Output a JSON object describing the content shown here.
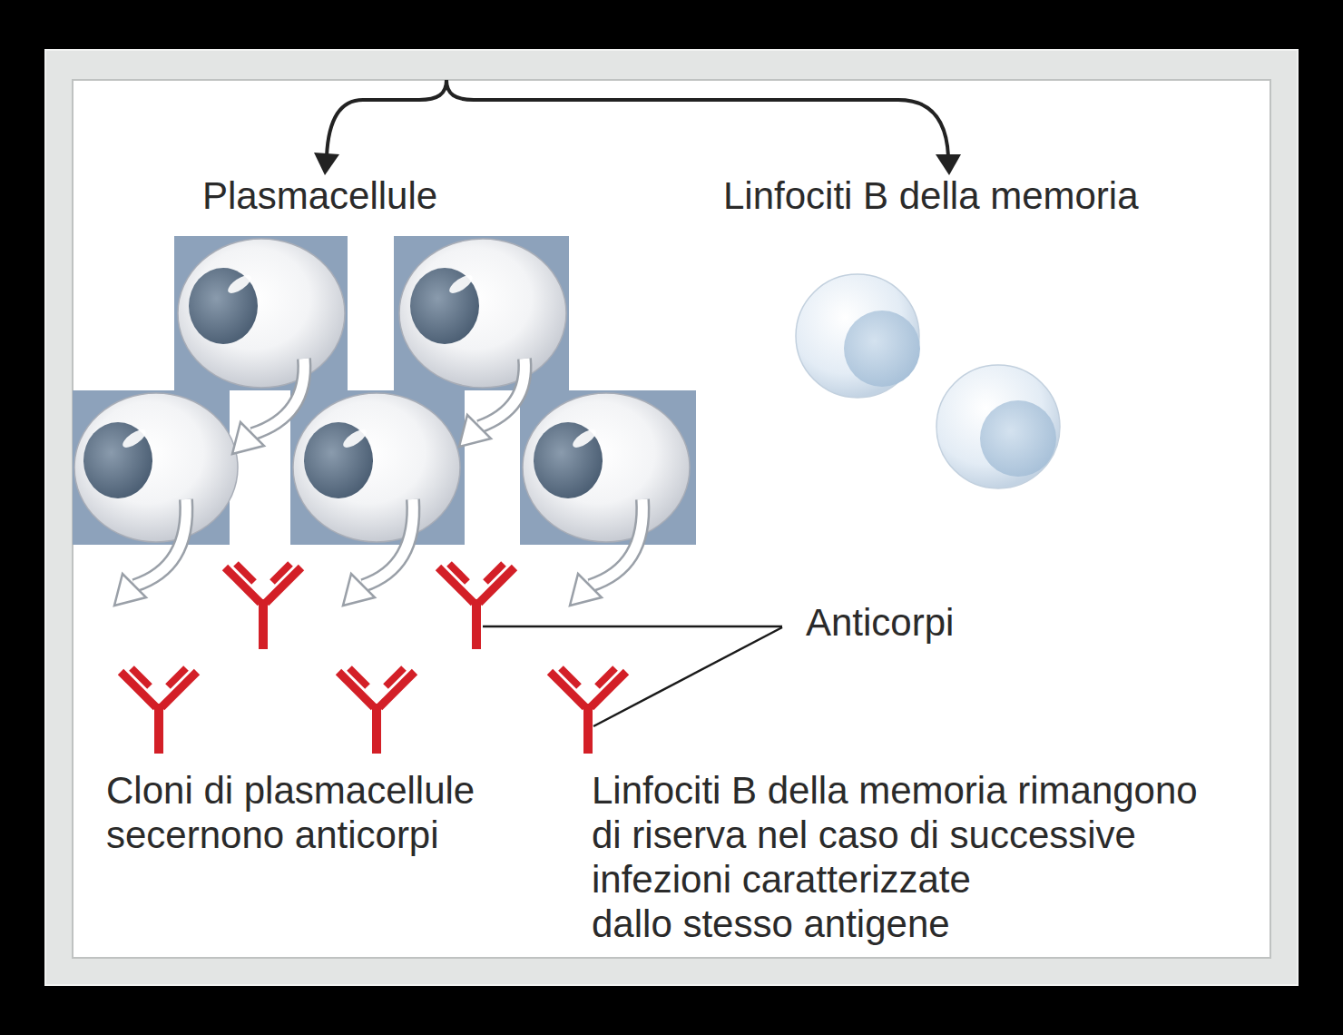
{
  "diagram": {
    "labels": [
      "Plasmacellule",
      "Linfociti B della memoria",
      "Anticorpi",
      "Cloni di plasmacellule secernono anticorpi",
      "Linfociti B della memoria rimangono di riserva nel caso di successive infezioni caratterizzate dallo stesso antigene"
    ]
  }
}
